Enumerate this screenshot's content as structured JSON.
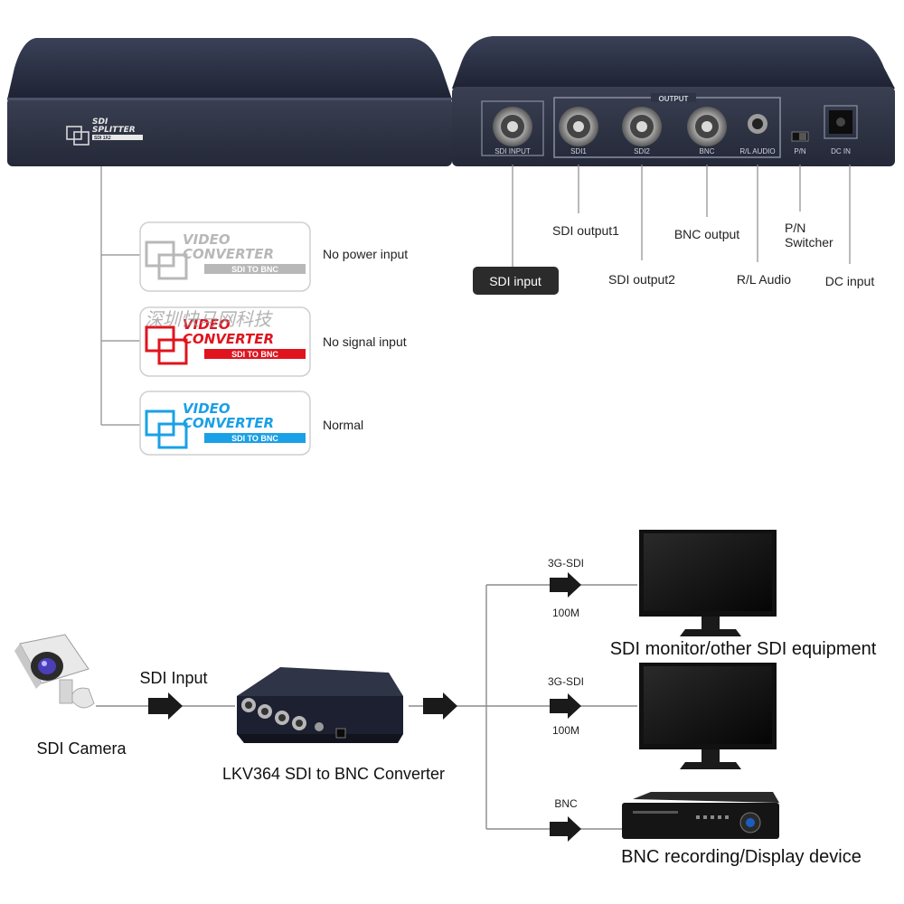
{
  "front_panel": {
    "logo_line1": "SDI",
    "logo_line2": "SPLITTER",
    "logo_line3": "SDI 1X2"
  },
  "back_panel": {
    "output_group_label": "OUTPUT",
    "port_sdi_input": "SDI INPUT",
    "port_sdi1": "SDI1",
    "port_sdi2": "SDI2",
    "port_bnc": "BNC",
    "port_rl_audio": "R/L AUDIO",
    "port_pn": "P/N",
    "port_dc_in": "DC IN"
  },
  "callouts": {
    "sdi_input": "SDI input",
    "sdi_output1": "SDI output1",
    "sdi_output2": "SDI output2",
    "bnc_output": "BNC output",
    "rl_audio": "R/L Audio",
    "pn_switcher_line1": "P/N",
    "pn_switcher_line2": "Switcher",
    "dc_input": "DC input"
  },
  "led_states": [
    {
      "line1": "VIDEO",
      "line2": "CONVERTER",
      "line3": "SDI TO BNC",
      "state": "No power input",
      "color": "#b8b8b8"
    },
    {
      "line1": "VIDEO",
      "line2": "CONVERTER",
      "line3": "SDI TO BNC",
      "state": "No signal input",
      "color": "#e0141e"
    },
    {
      "line1": "VIDEO",
      "line2": "CONVERTER",
      "line3": "SDI TO BNC",
      "state": "Normal",
      "color": "#1aa0e6"
    }
  ],
  "watermark": "深圳快马网科技",
  "connection": {
    "camera_label": "SDI Camera",
    "input_label": "SDI Input",
    "converter_label": "LKV364  SDI to BNC Converter",
    "out1_type": "3G-SDI",
    "out1_length": "100M",
    "out2_type": "3G-SDI",
    "out2_length": "100M",
    "out3_type": "BNC",
    "monitor_label": "SDI monitor/other SDI equipment",
    "recorder_label": "BNC recording/Display device"
  },
  "colors": {
    "device_body": "#23283a",
    "device_face": "#2e3446",
    "line": "#8c8c8c",
    "arrow": "#1a1a1a"
  }
}
